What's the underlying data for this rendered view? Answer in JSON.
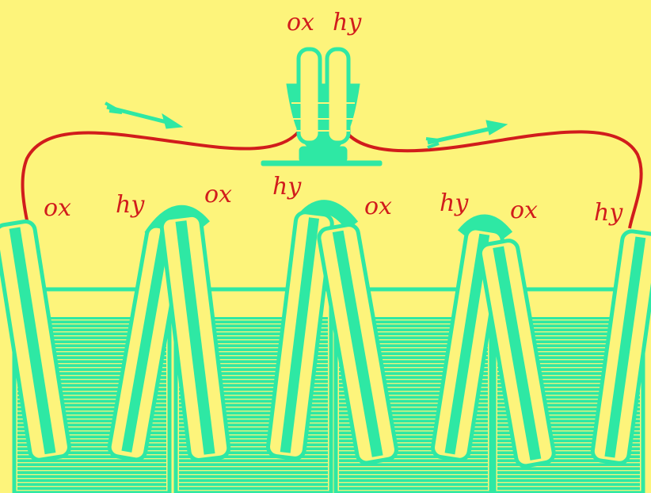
{
  "colors": {
    "background": "#fdf47b",
    "apparatus": "#2ee8a4",
    "wire": "#d11c1c"
  },
  "top_labels": {
    "left": "ox",
    "right": "hy"
  },
  "cells": [
    {
      "left_label": "ox",
      "right_label": "hy"
    },
    {
      "left_label": "ox",
      "right_label": "hy"
    },
    {
      "left_label": "ox",
      "right_label": "hy"
    },
    {
      "left_label": "ox",
      "right_label": "hy"
    }
  ],
  "icons": [
    "arrow-icon",
    "arrow-icon"
  ]
}
